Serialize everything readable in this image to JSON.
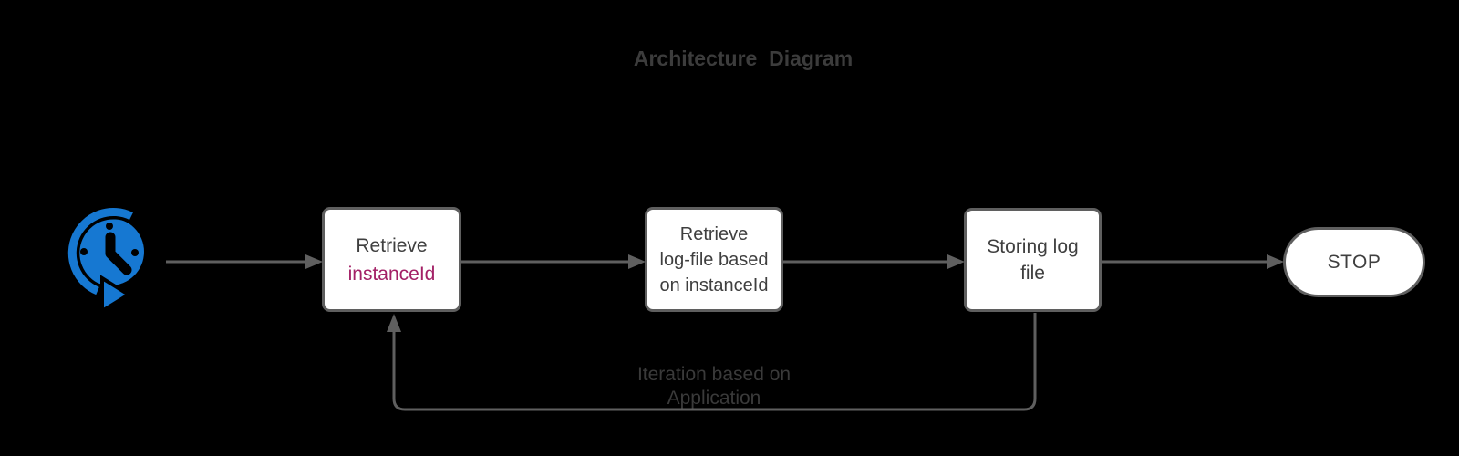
{
  "title": "Architecture  Diagram",
  "colors": {
    "background": "#000000",
    "node_fill": "#ffffff",
    "stroke_gray": "#5f5f5f",
    "text_dark": "#3f3f3f",
    "accent_magenta": "#a32066",
    "icon_blue": "#1678d2"
  },
  "nodes": {
    "scheduler": {
      "icon": "scheduled-clock-icon"
    },
    "retrieve_instance": {
      "line1": "Retrieve",
      "line2": "instanceId"
    },
    "retrieve_logfile": {
      "line1": "Retrieve",
      "line2": "log-file based",
      "line3": "on instanceId"
    },
    "storing_logfile": {
      "line1": "Storing log",
      "line2": "file"
    },
    "stop": {
      "label": "STOP"
    }
  },
  "loop_label": {
    "line1": "Iteration based on",
    "line2": "Application"
  },
  "edges": [
    {
      "from": "scheduler",
      "to": "retrieve_instance",
      "label": ""
    },
    {
      "from": "retrieve_instance",
      "to": "retrieve_logfile",
      "label": ""
    },
    {
      "from": "retrieve_logfile",
      "to": "storing_logfile",
      "label": ""
    },
    {
      "from": "storing_logfile",
      "to": "stop",
      "label": ""
    },
    {
      "from": "storing_logfile",
      "to": "retrieve_instance",
      "label": "Iteration based on Application"
    }
  ]
}
